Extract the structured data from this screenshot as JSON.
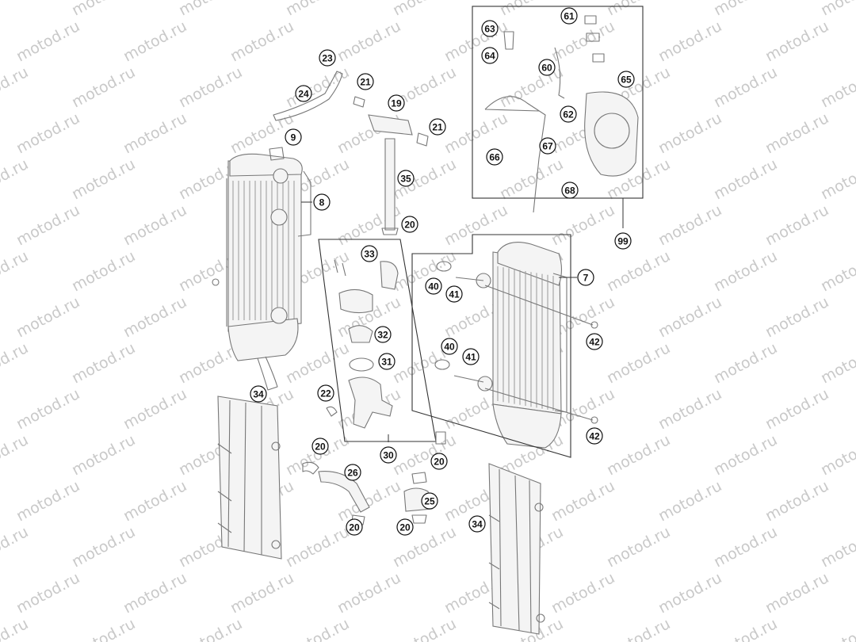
{
  "watermark": "motod.ru",
  "callouts": [
    {
      "id": "c23",
      "label": "23"
    },
    {
      "id": "c24",
      "label": "24"
    },
    {
      "id": "c21a",
      "label": "21"
    },
    {
      "id": "c19",
      "label": "19"
    },
    {
      "id": "c21b",
      "label": "21"
    },
    {
      "id": "c9",
      "label": "9"
    },
    {
      "id": "c35",
      "label": "35"
    },
    {
      "id": "c8",
      "label": "8"
    },
    {
      "id": "c20a",
      "label": "20"
    },
    {
      "id": "c33",
      "label": "33"
    },
    {
      "id": "c32",
      "label": "32"
    },
    {
      "id": "c31",
      "label": "31"
    },
    {
      "id": "c22",
      "label": "22"
    },
    {
      "id": "c30",
      "label": "30"
    },
    {
      "id": "c34a",
      "label": "34"
    },
    {
      "id": "c20b",
      "label": "20"
    },
    {
      "id": "c26",
      "label": "26"
    },
    {
      "id": "c20c",
      "label": "20"
    },
    {
      "id": "c20d",
      "label": "20"
    },
    {
      "id": "c25",
      "label": "25"
    },
    {
      "id": "c20e",
      "label": "20"
    },
    {
      "id": "c34b",
      "label": "34"
    },
    {
      "id": "c7",
      "label": "7"
    },
    {
      "id": "c40a",
      "label": "40"
    },
    {
      "id": "c41a",
      "label": "41"
    },
    {
      "id": "c42a",
      "label": "42"
    },
    {
      "id": "c40b",
      "label": "40"
    },
    {
      "id": "c41b",
      "label": "41"
    },
    {
      "id": "c42b",
      "label": "42"
    },
    {
      "id": "c63",
      "label": "63"
    },
    {
      "id": "c61",
      "label": "61"
    },
    {
      "id": "c64",
      "label": "64"
    },
    {
      "id": "c60",
      "label": "60"
    },
    {
      "id": "c65",
      "label": "65"
    },
    {
      "id": "c62",
      "label": "62"
    },
    {
      "id": "c66",
      "label": "66"
    },
    {
      "id": "c67",
      "label": "67"
    },
    {
      "id": "c68",
      "label": "68"
    },
    {
      "id": "c99",
      "label": "99"
    }
  ]
}
